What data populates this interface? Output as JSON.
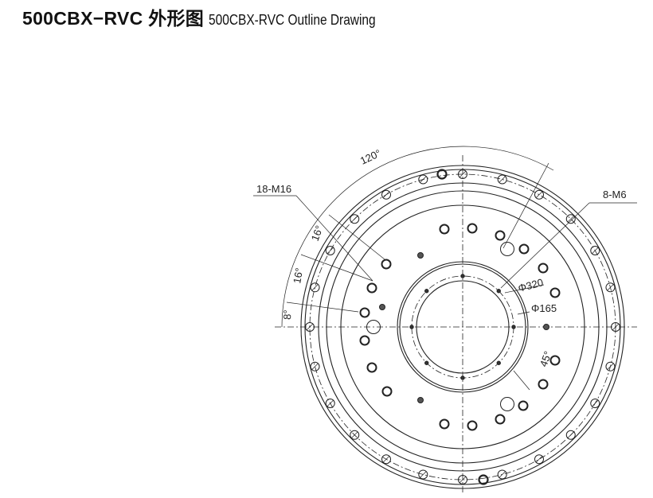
{
  "title": {
    "model_cn": "500CBX−RVC 外形图",
    "model_en": "500CBX-RVC Outline Drawing"
  },
  "drawing": {
    "callouts": {
      "outer_holes": "18-M16",
      "inner_holes": "8-M6"
    },
    "dimensions": {
      "angle_120": "120°",
      "angle_16a": "16°",
      "angle_16b": "16°",
      "angle_8": "8°",
      "angle_45": "45°",
      "dia_320": "Φ320",
      "dia_165": "Φ165"
    }
  }
}
